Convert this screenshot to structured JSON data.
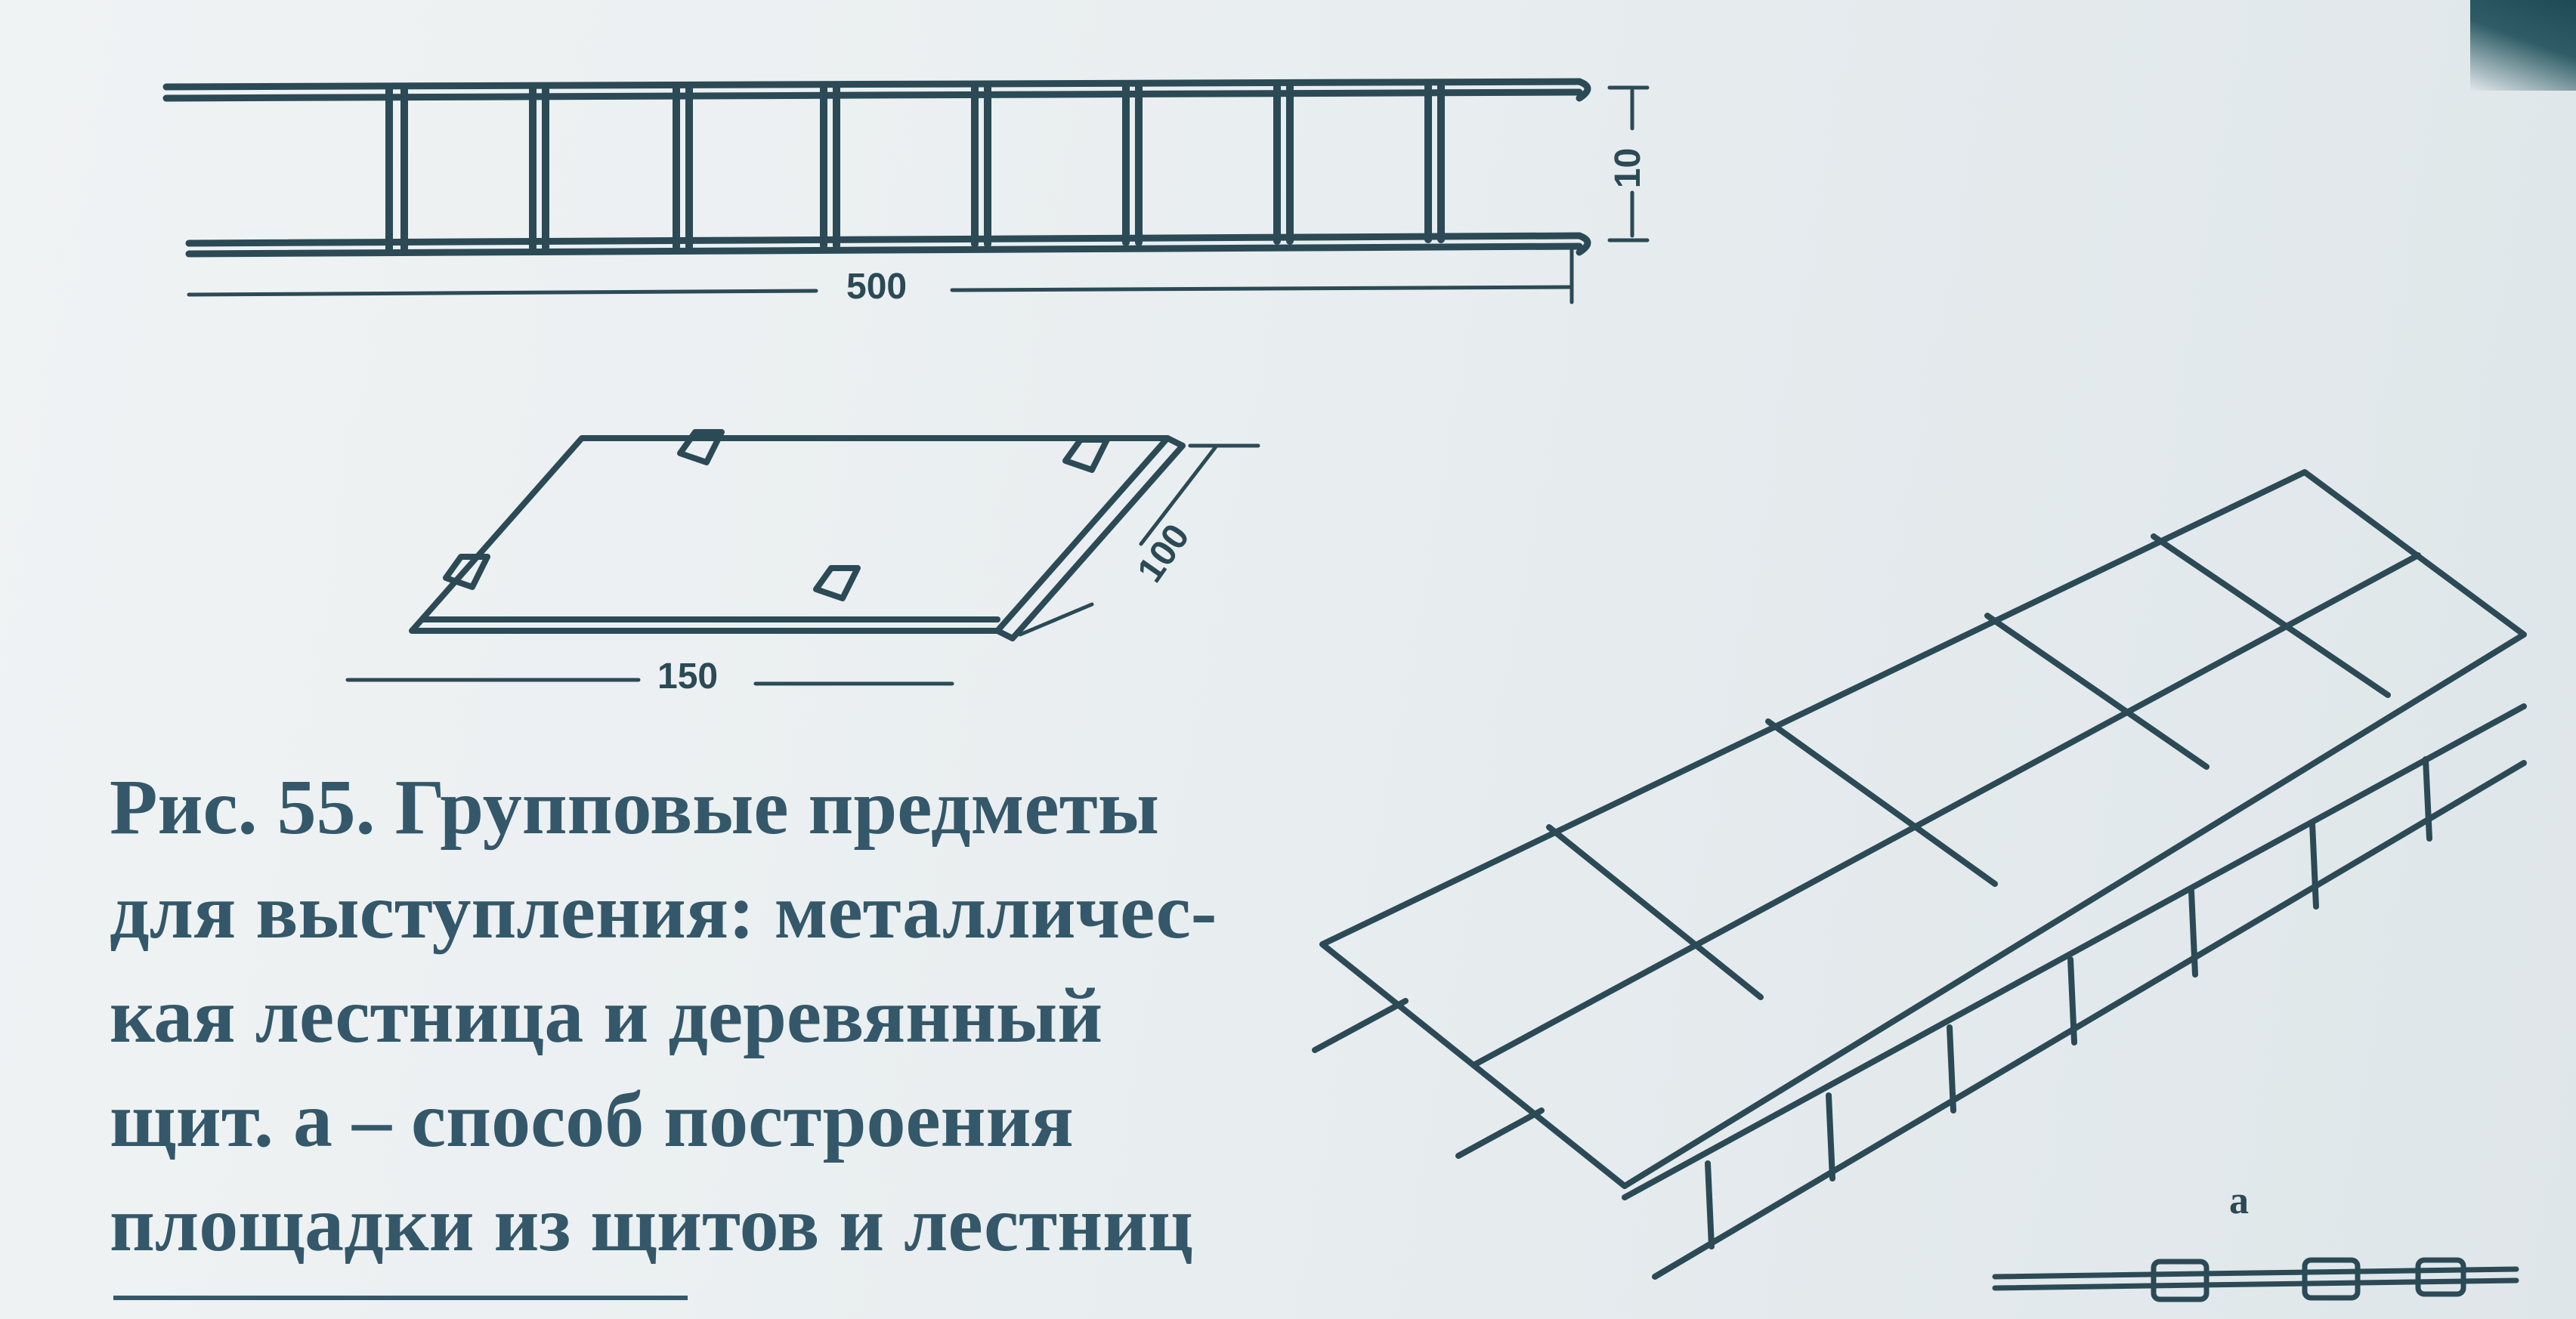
{
  "figure": {
    "ladder_length_label": "500",
    "ladder_width_label": "10",
    "shield_length_label": "150",
    "shield_width_label": "100",
    "detail_label": "а"
  },
  "caption": {
    "lines": [
      "Рис. 55. Групповые предметы",
      "для выступления: металличес-",
      "кая лестница и деревянный",
      "щит. а – способ построения",
      "площадки из щитов и лестниц"
    ]
  },
  "colors": {
    "ink": "#2b4a55",
    "caption": "#34586a",
    "paper": "#e9eef0"
  }
}
